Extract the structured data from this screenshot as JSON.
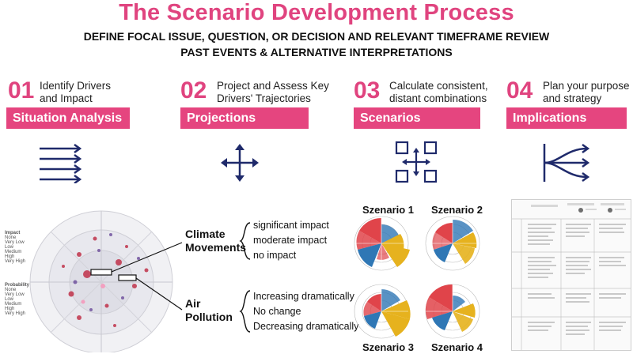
{
  "title": "The Scenario Development Process",
  "subtitle_line1": "DEFINE FOCAL ISSUE, QUESTION, OR DECISION AND RELEVANT TIMEFRAME REVIEW",
  "subtitle_line2": "PAST EVENTS & ALTERNATIVE INTERPRETATIONS",
  "steps": [
    {
      "num": "01",
      "desc1": "Identify Drivers",
      "desc2": "and Impact",
      "banner": "Situation Analysis",
      "icon": "parallel-arrows-icon"
    },
    {
      "num": "02",
      "desc1": "Project and Assess Key",
      "desc2": "Drivers' Trajectories",
      "banner": "Projections",
      "icon": "four-way-arrow-icon"
    },
    {
      "num": "03",
      "desc1": "Calculate consistent,",
      "desc2": "distant combinations",
      "banner": "Scenarios",
      "icon": "squares-arrows-icon"
    },
    {
      "num": "04",
      "desc1": "Plan your purpose",
      "desc2": "and strategy",
      "banner": "Implications",
      "icon": "diverging-arrows-icon"
    }
  ],
  "drivers": [
    {
      "name_line1": "Climate",
      "name_line2": "Movements",
      "options": [
        "significant impact",
        "moderate impact",
        "no impact"
      ]
    },
    {
      "name_line1": "Air",
      "name_line2": "Pollution",
      "options": [
        "Increasing dramatically",
        "No change",
        "Decreasing dramatically"
      ]
    }
  ],
  "scenarios": [
    "Szenario 1",
    "Szenario 2",
    "Szenario 3",
    "Szenario 4"
  ],
  "legend": {
    "impact_title": "Impact",
    "impact_items": [
      "None",
      "Very Low",
      "Low",
      "Medium",
      "High",
      "Very High"
    ],
    "prob_title": "Probability",
    "prob_items": [
      "None",
      "Very Low",
      "Low",
      "Medium",
      "High",
      "Very High"
    ]
  },
  "colors": {
    "accent": "#e0447f",
    "banner": "#e5457f",
    "navy": "#1f2a6b",
    "yellow": "#e6b21e",
    "red": "#e0444a",
    "blue": "#2f77b5"
  }
}
